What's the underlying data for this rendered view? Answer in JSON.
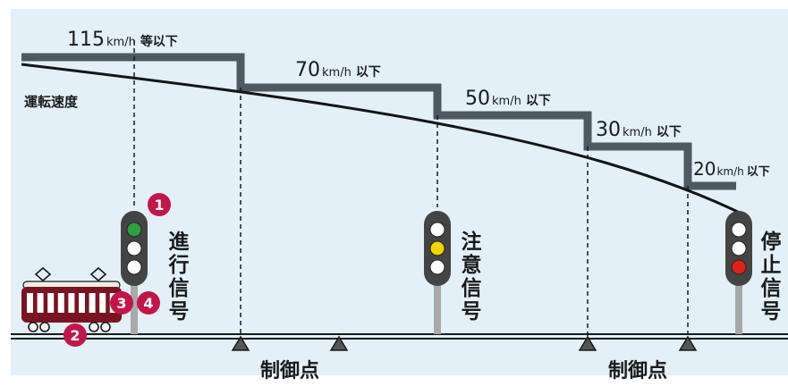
{
  "colors": {
    "background": "#e3f0f8",
    "limit_line": "#4f5961",
    "curve": "#151515",
    "signal_pole": "#a9a9a9",
    "signal_body": "#444444",
    "green": "#2ea043",
    "yellow": "#f2d500",
    "red": "#e0221c",
    "marker": "#c4154a",
    "train": "#7a1420",
    "train_roof": "#f2eee6",
    "text": "#1a1a1a"
  },
  "speed_limits": [
    {
      "value": "115",
      "unit": "km/h",
      "suffix": "等以下"
    },
    {
      "value": "70",
      "unit": "km/h",
      "suffix": "以下"
    },
    {
      "value": "50",
      "unit": "km/h",
      "suffix": "以下"
    },
    {
      "value": "30",
      "unit": "km/h",
      "suffix": "以下"
    },
    {
      "value": "20",
      "unit": "km/h",
      "suffix": "以下"
    }
  ],
  "curve_label": "運転速度",
  "signals": [
    {
      "label": "進行信号",
      "aspect": "green"
    },
    {
      "label": "注意信号",
      "aspect": "yellow"
    },
    {
      "label": "停止信号",
      "aspect": "red"
    }
  ],
  "markers": [
    "1",
    "2",
    "3",
    "4"
  ],
  "control_point_label": "制御点",
  "control_points": [
    {
      "label": "制御点"
    },
    {
      "label": "制御点"
    }
  ],
  "icons": {
    "train": "train-icon",
    "signal": "traffic-signal-icon",
    "control_point": "triangle-marker-icon"
  }
}
